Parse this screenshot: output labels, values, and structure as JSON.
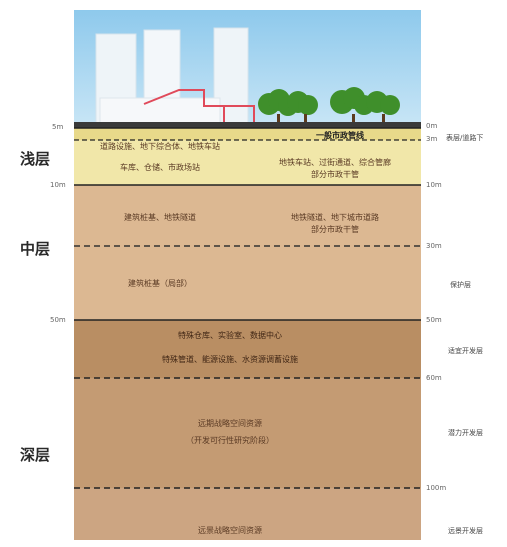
{
  "layers": {
    "shallow": "浅层",
    "middle": "中层",
    "deep": "深层"
  },
  "depth_labels_left": {
    "d0": "5m",
    "d10": "10m",
    "d50": "50m"
  },
  "depth_labels_right": {
    "d0": "0m",
    "d3": "3m",
    "d10": "10m",
    "d30": "30m",
    "d50": "50m",
    "d60": "60m",
    "d100": "100m"
  },
  "right_labels": {
    "r0": "表层/道路下",
    "r1": "保护层",
    "r2": "适宜开发层",
    "r3": "潜力开发层",
    "r4": "远景开发层"
  },
  "content": {
    "top_box": "一般市政管线",
    "shallow_l1": "道路设施、地下综合体、地铁车站",
    "shallow_l2": "车库、仓储、市政场站",
    "shallow_r1": "地铁车站、过街通道、综合管廊",
    "shallow_r2": "部分市政干管",
    "mid_l1": "建筑桩基、地铁隧道",
    "mid_r1": "地铁隧道、地下城市道路",
    "mid_r2": "部分市政干管",
    "mid2_l1": "建筑桩基（局部）",
    "deep_a1": "特殊仓库、实验室、数据中心",
    "deep_a2": "特殊管道、能源设施、水资源调蓄设施",
    "deep_b1": "远期战略空间资源",
    "deep_b2": "（开发可行性研究阶段）",
    "deep_c1": "远景战略空间资源"
  },
  "colors": {
    "sky": "#a7d3ee",
    "shallow_band": "#f1e7a9",
    "middle_band": "#dcb892",
    "deep_band_1": "#b98e63",
    "deep_band_2": "#c49b73",
    "deep_band_3": "#cca582"
  }
}
